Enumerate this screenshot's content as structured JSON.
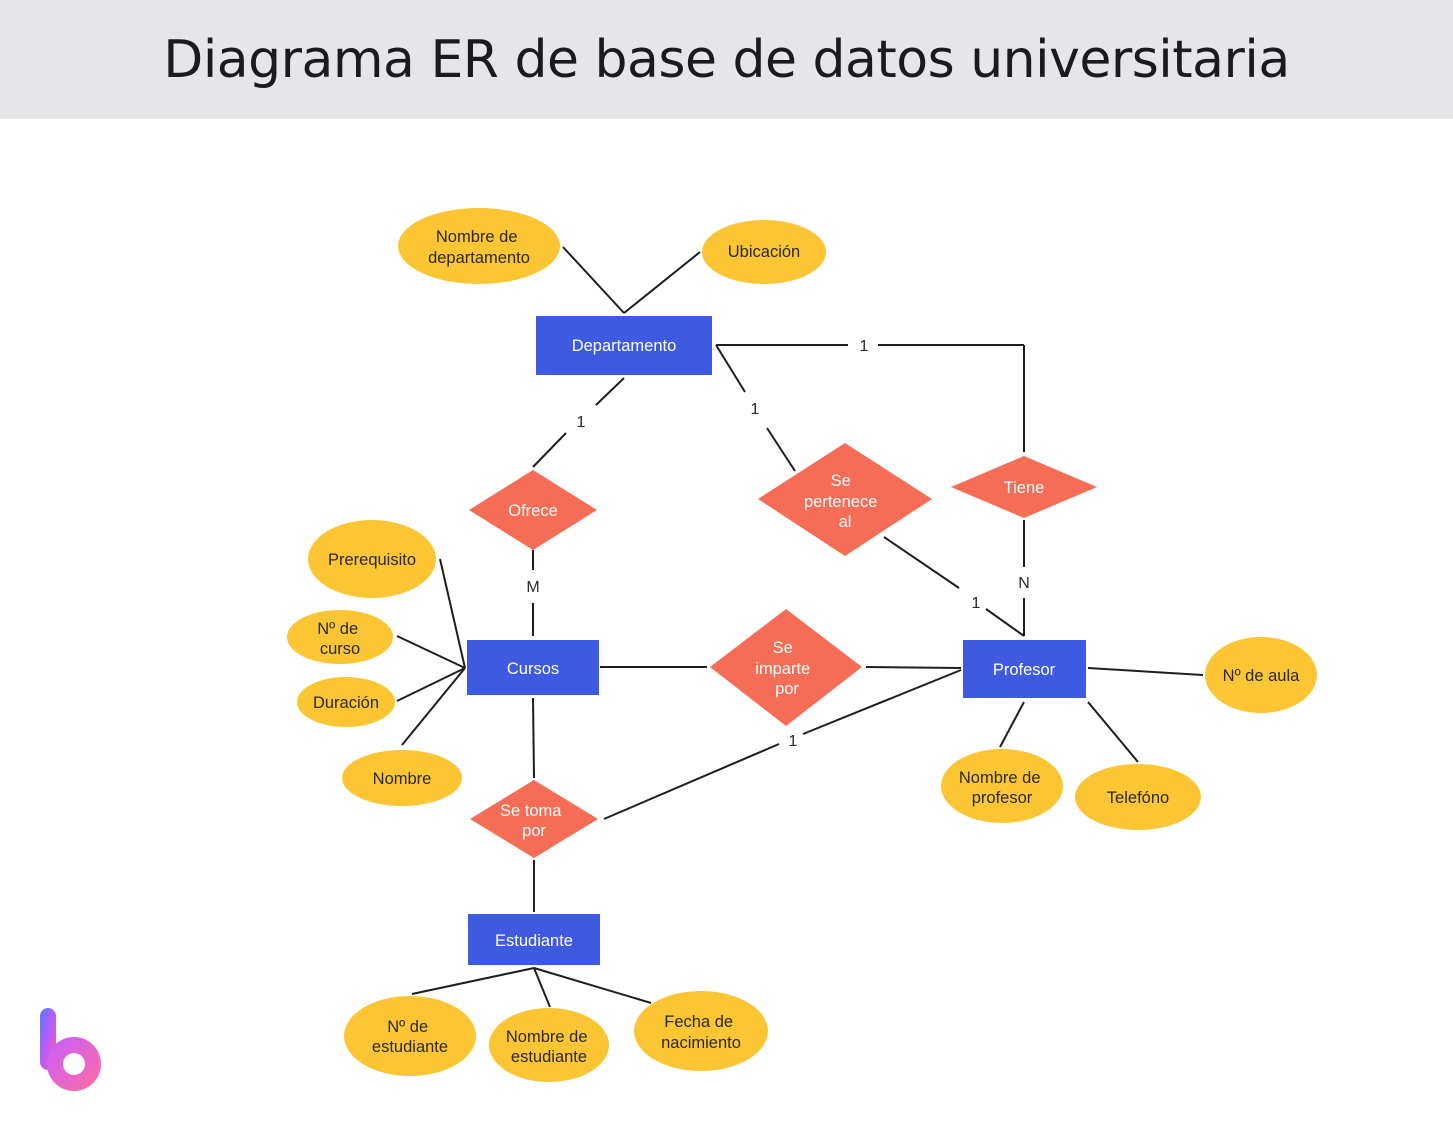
{
  "title": "Diagrama ER de base de datos universitaria",
  "colors": {
    "entity": "#3d5ae0",
    "relationship": "#f56d56",
    "attribute": "#fcc533",
    "line": "#1e1e1e",
    "title_bar": "#e6e6e9"
  },
  "entities": {
    "departamento": "Departamento",
    "cursos": "Cursos",
    "profesor": "Profesor",
    "estudiante": "Estudiante"
  },
  "relationships": {
    "ofrece": [
      "Ofrece"
    ],
    "se_pertenece_al": [
      "Se",
      "pertenece",
      "al"
    ],
    "tiene": [
      "Tiene"
    ],
    "se_imparte_por": [
      "Se",
      "imparte",
      "por"
    ],
    "se_toma_por": [
      "Se toma",
      "por"
    ]
  },
  "attributes": {
    "nombre_departamento": [
      "Nombre de",
      "departamento"
    ],
    "ubicacion": [
      "Ubicación"
    ],
    "prerequisito": [
      "Prerequisito"
    ],
    "num_curso": [
      "Nº de",
      "curso"
    ],
    "duracion": [
      "Duración"
    ],
    "nombre": [
      "Nombre"
    ],
    "num_aula": [
      "Nº de aula"
    ],
    "nombre_profesor": [
      "Nombre de",
      "profesor"
    ],
    "telefono": [
      "Telefóno"
    ],
    "num_estudiante": [
      "Nº de",
      "estudiante"
    ],
    "nombre_estudiante": [
      "Nombre de",
      "estudiante"
    ],
    "fecha_nacimiento": [
      "Fecha de",
      "nacimiento"
    ]
  },
  "cardinalities": {
    "depto_tiene": "1",
    "depto_pertenece": "1",
    "depto_ofrece": "1",
    "ofrece_cursos": "M",
    "tiene_profesor": "N",
    "pertenece_profesor": "1",
    "imparte_profesor": "1"
  },
  "logo_icon": "brand-logo-icon"
}
